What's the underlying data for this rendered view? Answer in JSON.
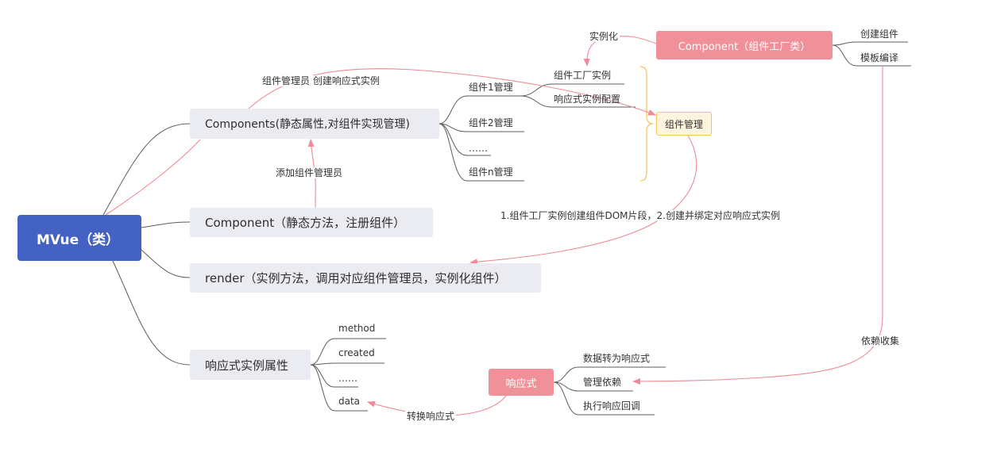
{
  "root": {
    "label": "MVue（类）"
  },
  "branches": {
    "components": {
      "label": "Components(静态属性,对组件实现管理)"
    },
    "component": {
      "label": "Component（静态方法，注册组件）"
    },
    "render": {
      "label": "render（实例方法，调用对应组件管理员，实例化组件）"
    },
    "reactive_props": {
      "label": "响应式实例属性"
    }
  },
  "managers": [
    "组件1管理",
    "组件2管理",
    "……",
    "组件n管理"
  ],
  "manager_details": [
    "组件工厂实例",
    "响应式实例配置"
  ],
  "manage_node": {
    "label": "组件管理"
  },
  "component_factory": {
    "label": "Component（组件工厂类）",
    "children": [
      "创建组件",
      "模板编译"
    ]
  },
  "reactive": {
    "label": "响应式",
    "children": [
      "数据转为响应式",
      "管理依赖",
      "执行响应回调"
    ]
  },
  "reactive_props_children": [
    "method",
    "created",
    "……",
    "data"
  ],
  "relations": {
    "instantiate": "实例化",
    "manager_creates_reactive": "组件管理员 创建响应式实例",
    "add_manager": "添加组件管理员",
    "render_steps": "1.组件工厂实例创建组件DOM片段，2.创建并绑定对应响应式实例",
    "dependency_collection": "依赖收集",
    "convert_reactive": "转换响应式"
  },
  "colors": {
    "root": "#4461c4",
    "branch": "#ebebf2",
    "pink_node": "#f09099",
    "relation_line": "#f08a97",
    "brace": "#f5c35e",
    "manage_fill": "#fff4dd"
  }
}
